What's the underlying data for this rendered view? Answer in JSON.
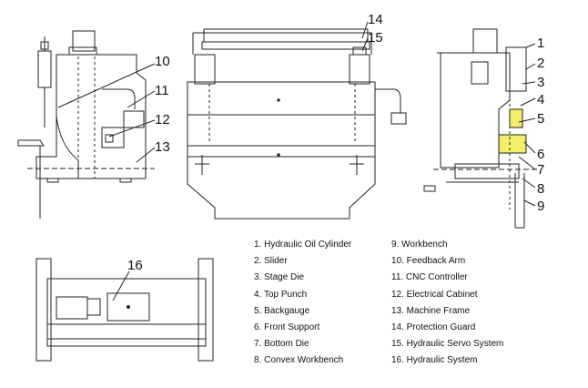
{
  "legend": {
    "items": [
      "1. Hydraulic Oil Cylinder",
      "2. Slider",
      "3. Stage Die",
      "4. Top Punch",
      "5. Backgauge",
      "6. Front Support",
      "7. Bottom Die",
      "8. Convex Workbench",
      "9. Workbench",
      "10. Feedback Arm",
      "11. CNC Controller",
      "12. Electrical Cabinet",
      "13. Machine Frame",
      "14. Protection Guard",
      "15. Hydraulic Servo System",
      "16. Hydraulic System"
    ]
  },
  "callouts": {
    "c1": "1",
    "c2": "2",
    "c3": "3",
    "c4": "4",
    "c5": "5",
    "c6": "6",
    "c7": "7",
    "c8": "8",
    "c9": "9",
    "c10": "10",
    "c11": "11",
    "c12": "12",
    "c13": "13",
    "c14": "14",
    "c15": "15",
    "c16": "16"
  },
  "colors": {
    "line": "#222222",
    "highlight": "#f2ee6a",
    "background": "#ffffff"
  }
}
